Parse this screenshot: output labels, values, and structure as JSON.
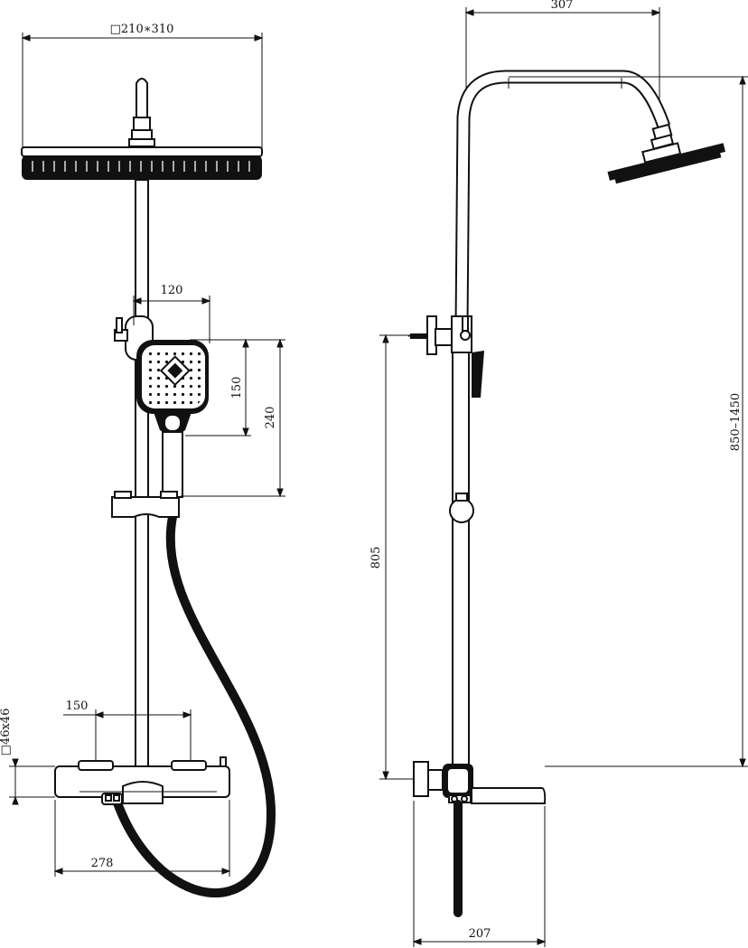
{
  "front_view": {
    "head_size": "□210∗310",
    "handshower_width": "120",
    "handshower_head_height": "150",
    "handshower_total_height": "240",
    "valve_center_distance": "150",
    "valve_body_section": "□46x46",
    "valve_length": "278"
  },
  "side_view": {
    "arm_reach": "307",
    "height_range": "850–1450",
    "bracket_height": "805",
    "spout_length": "207"
  },
  "colors": {
    "line": "#111111",
    "background": "#ffffff"
  }
}
